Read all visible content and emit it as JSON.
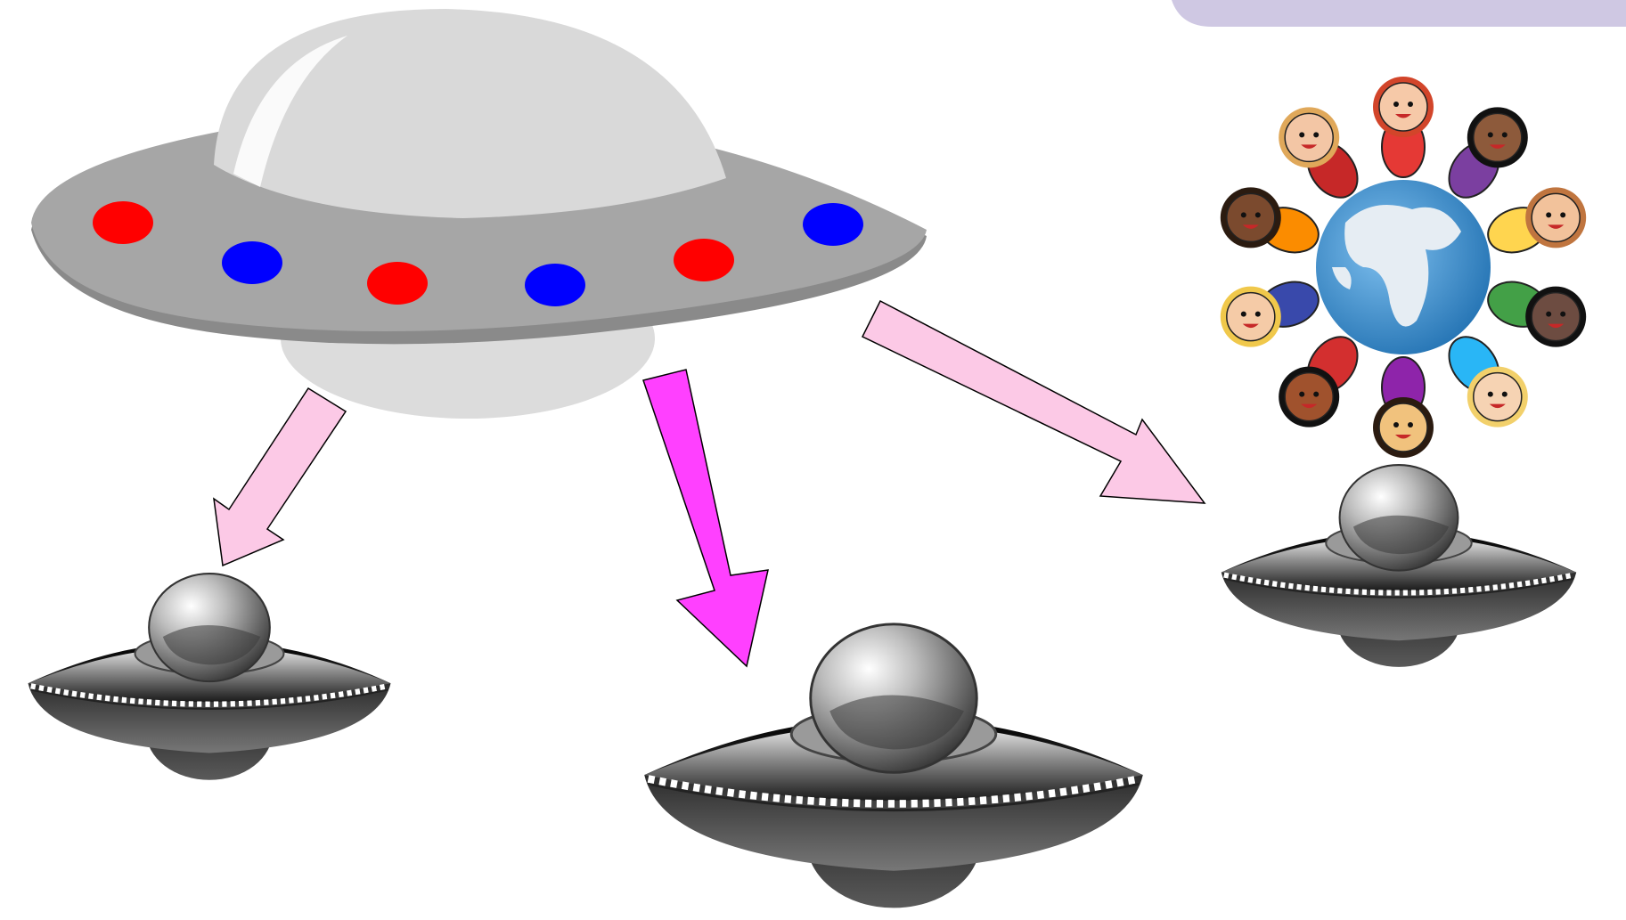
{
  "slide": {
    "background": "#ffffff",
    "corner_tab_color": "#cfc8e3"
  },
  "mothership": {
    "icon": "mothership-ufo-icon",
    "body_color": "#a6a6a6",
    "dome_color": "#d9d9d9",
    "light_colors": [
      "#ff0000",
      "#0000ff",
      "#ff0000",
      "#0000ff",
      "#ff0000",
      "#0000ff"
    ]
  },
  "arrows": [
    {
      "name": "arrow-to-left-ufo",
      "fill": "#fcc9e6"
    },
    {
      "name": "arrow-to-center-ufo",
      "fill": "#ff40ff"
    },
    {
      "name": "arrow-to-right-ufo",
      "fill": "#fcc9e6"
    }
  ],
  "small_ufos": [
    {
      "name": "small-ufo-left",
      "icon": "metallic-ufo-icon"
    },
    {
      "name": "small-ufo-center",
      "icon": "metallic-ufo-icon"
    },
    {
      "name": "small-ufo-right",
      "icon": "metallic-ufo-icon"
    }
  ],
  "world_kids": {
    "icon": "children-around-globe-icon",
    "globe_color": "#3b8fd0",
    "land_color": "#e6edf3"
  }
}
